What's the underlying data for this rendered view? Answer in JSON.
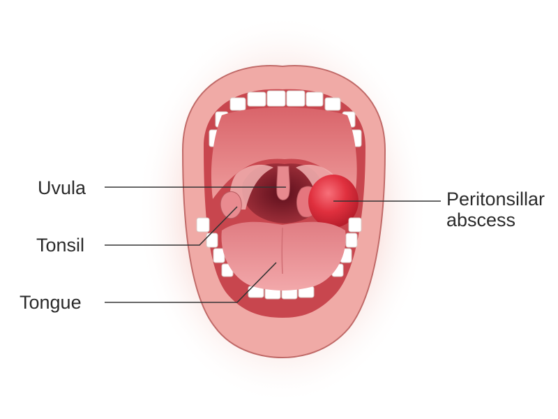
{
  "labels": {
    "uvula": "Uvula",
    "tonsil": "Tonsil",
    "tongue": "Tongue",
    "abscess_line1": "Peritonsillar",
    "abscess_line2": "abscess"
  },
  "colors": {
    "skin_glow": "#f3c9c3",
    "lip": "#f0aaa6",
    "lip_edge": "#c06a68",
    "mouth_cavity": "#c8464e",
    "palate": "#e88e8e",
    "throat": "#7e1e2a",
    "tongue": "#e8868a",
    "teeth": "#ffffff",
    "abscess": "#e0303e",
    "leader_line": "#333333",
    "label_text": "#2a2a2a"
  }
}
